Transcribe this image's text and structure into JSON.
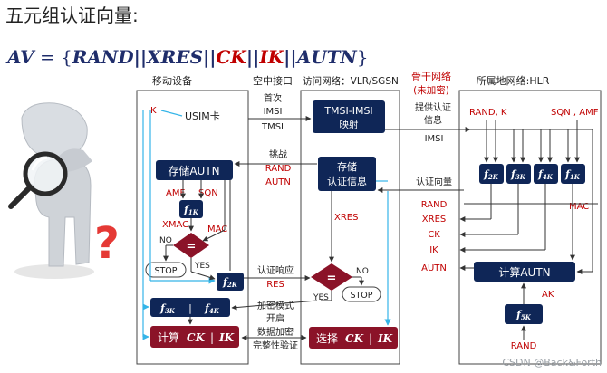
{
  "page": {
    "title": "五元组认证向量:",
    "formula": {
      "lhs": "AV",
      "eq": " = {",
      "parts": [
        {
          "text": "RAND",
          "color": "#1f2d6b"
        },
        {
          "text": "||",
          "color": "#1f2d6b"
        },
        {
          "text": "XRES",
          "color": "#1f2d6b"
        },
        {
          "text": "||",
          "color": "#1f2d6b"
        },
        {
          "text": "CK",
          "color": "#c00000"
        },
        {
          "text": "||",
          "color": "#1f2d6b"
        },
        {
          "text": "IK",
          "color": "#c00000"
        },
        {
          "text": "||",
          "color": "#1f2d6b"
        },
        {
          "text": "AUTN",
          "color": "#1f2d6b"
        }
      ],
      "close": "}"
    }
  },
  "colors": {
    "navy": "#0f2657",
    "maroon": "#8b1328",
    "red": "#c00000",
    "cyan": "#35b5e8",
    "line": "#333333",
    "question": "#e53935"
  },
  "icons": {
    "figure": "magnifier-person-icon",
    "question": "question-mark-icon"
  },
  "columns": {
    "mobile": "移动设备",
    "air": "空中接口",
    "access": "访问网络：VLR/SGSN",
    "backbone": "骨干网络",
    "backbone_sub": "(未加密)",
    "home": "所属地网络:HLR"
  },
  "ue": {
    "k": "K",
    "usim": "USIM卡",
    "store_autn": "存储AUTN",
    "amf": "AMF",
    "sqn": "SQN",
    "xmac": "XMAC",
    "mac": "MAC",
    "eq": "=",
    "no": "NO",
    "yes": "YES",
    "stop": "STOP",
    "compute_prefix": "计算",
    "ck": "CK",
    "bar": "|",
    "ik": "IK"
  },
  "air": {
    "first_imsi": [
      "首次",
      "IMSI",
      "TMSI"
    ],
    "challenge": [
      "挑战",
      "RAND",
      "AUTN"
    ],
    "response": [
      "认证响应",
      "RES"
    ],
    "cipher": [
      "加密模式",
      "开启"
    ],
    "data": [
      "数据加密",
      "完整性验证"
    ]
  },
  "vlr": {
    "tmsi_imsi": "TMSI-IMSI",
    "mapping": "映射",
    "store": "存储",
    "auth_info": "认证信息",
    "xres": "XRES",
    "eq": "=",
    "no": "NO",
    "yes": "YES",
    "stop": "STOP",
    "select_prefix": "选择",
    "ck": "CK",
    "bar": "|",
    "ik": "IK"
  },
  "backbone": {
    "provide": [
      "提供认证",
      "信息"
    ],
    "imsi": "IMSI",
    "auth_vector": "认证向量",
    "items": [
      "RAND",
      "XRES",
      "CK",
      "IK",
      "AUTN"
    ]
  },
  "hlr": {
    "rand_k": "RAND, K",
    "sqn_amf": "SQN , AMF",
    "mac": "MAC",
    "compute_autn": "计算AUTN",
    "ak": "AK",
    "rand": "RAND"
  },
  "funcs": {
    "f": "f",
    "sub1K": "1K",
    "sub2K": "2K",
    "sub3K": "3K",
    "sub4K": "4K",
    "sub5K": "5K"
  },
  "watermark": "CSDN @Back&Forth"
}
